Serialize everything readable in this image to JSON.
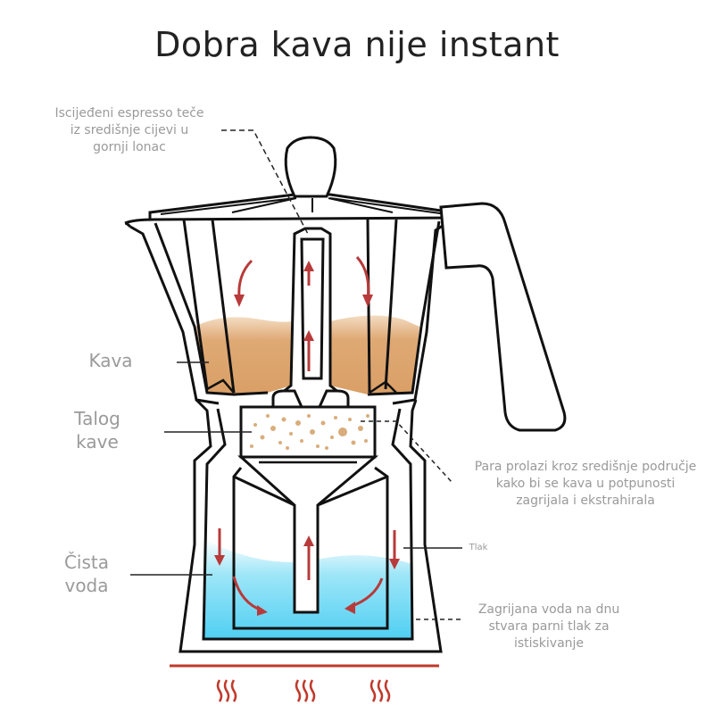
{
  "title": "Dobra kava nije instant",
  "labels": {
    "espresso_note": [
      "Iscijeđeni espresso teče",
      "iz središnje cijevi u",
      "gornji lonac"
    ],
    "coffee": "Kava",
    "grounds": [
      "Talog",
      "kave"
    ],
    "water": [
      "Čista",
      "voda"
    ],
    "steam_note": [
      "Para prolazi kroz središnje područje",
      "kako bi se kava u potpunosti",
      "zagrijala i ekstrahirala"
    ],
    "pressure": "Tlak",
    "heat_note": [
      "Zagrijana voda na dnu",
      "stvara parni tlak za",
      "istiskivanje"
    ]
  },
  "colors": {
    "outline": "#111111",
    "coffee": "#dfa974",
    "water": "#58d3f4",
    "arrow": "#b83a3a",
    "grounds": "#d9ad7c",
    "heat": "#c0392b",
    "label": "#9a9a9a"
  }
}
